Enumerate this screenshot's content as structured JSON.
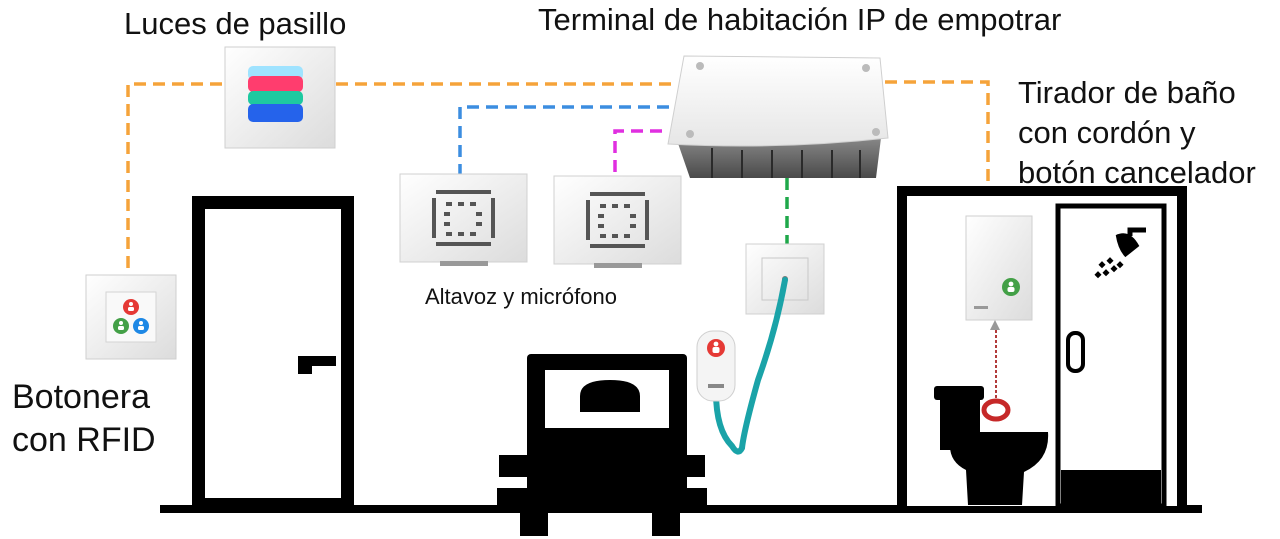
{
  "labels": {
    "hall_lights": "Luces de pasillo",
    "room_terminal": "Terminal de habitación IP de empotrar",
    "bath_pull_line1": "Tirador de baño",
    "bath_pull_line2": "con cordón y",
    "bath_pull_line3": "botón cancelador",
    "speaker_mic": "Altavoz y micrófono",
    "keypad_line1": "Botonera",
    "keypad_line2": "con RFID"
  },
  "colors": {
    "wire_orange": "#f5a33a",
    "wire_blue": "#3c8de0",
    "wire_magenta": "#e02fe0",
    "wire_green": "#1fa84a",
    "cable_teal": "#1aa3a8",
    "silhouette": "#000000",
    "lamp_bands": [
      "#9fe3ff",
      "#ff3d6e",
      "#1ec9a0",
      "#2563eb"
    ],
    "keypad_buttons": [
      "#e53935",
      "#43a047",
      "#1e88e5"
    ],
    "pull_ring": "#c62828"
  },
  "icons": {
    "keypad_top": "alarm-person-icon",
    "keypad_left": "presence-person-icon",
    "keypad_right": "nurse-call-icon",
    "bath_pull_button": "presence-person-icon",
    "shower": "shower-head-icon",
    "pendant_button": "alarm-person-icon"
  }
}
